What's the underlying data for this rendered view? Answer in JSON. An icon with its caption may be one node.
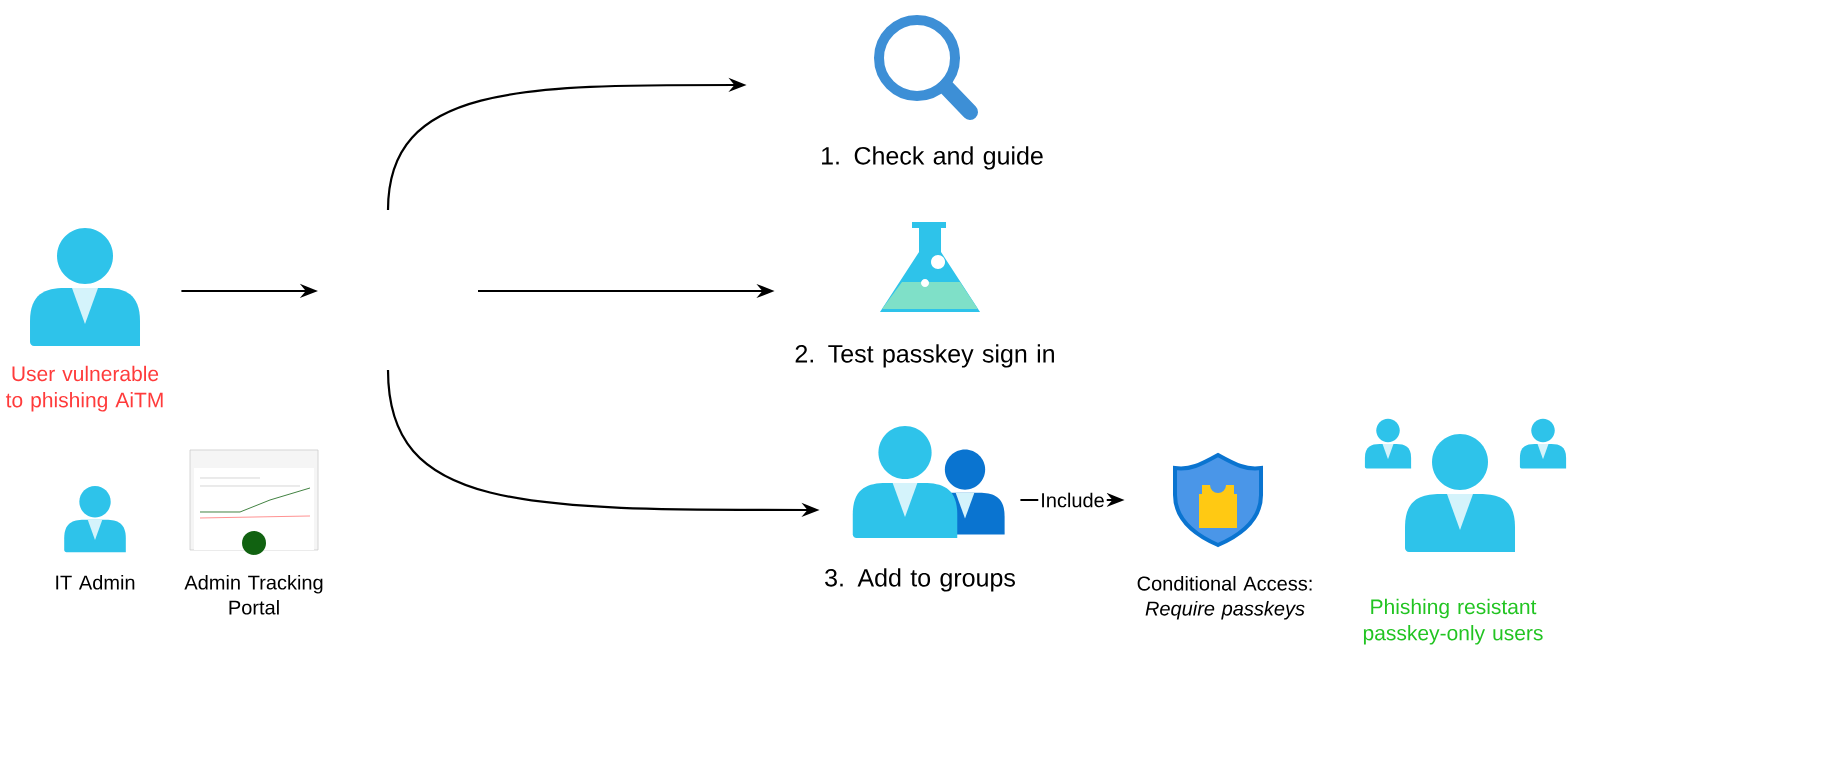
{
  "diagram": {
    "nodes": [
      {
        "text": [
          "User vulnerable to phishing AiTM"
        ]
      },
      {
        "text": [
          "1. Check and guide"
        ]
      },
      {
        "text": [
          "2. Test passkey sign in"
        ]
      },
      {
        "text": [
          "3. Add to groups"
        ]
      },
      {
        "text": [
          "Conditional Access: *Require passkeys*"
        ]
      },
      {
        "text": [
          "Phishing resistant passkey-only users"
        ]
      },
      {
        "text": [
          "IT Admin"
        ]
      },
      {
        "text": [
          "Admin Tracking Portal"
        ]
      }
    ],
    "edges": [
      {
        "from": 0,
        "to": null,
        "arrow": "to"
      },
      {
        "from": null,
        "to": 1,
        "arrow": "to"
      },
      {
        "from": null,
        "to": 2,
        "arrow": "to"
      },
      {
        "from": null,
        "to": 3,
        "arrow": "to"
      },
      {
        "from": 3,
        "to": 4,
        "arrow": "to",
        "label": "Include"
      }
    ]
  }
}
